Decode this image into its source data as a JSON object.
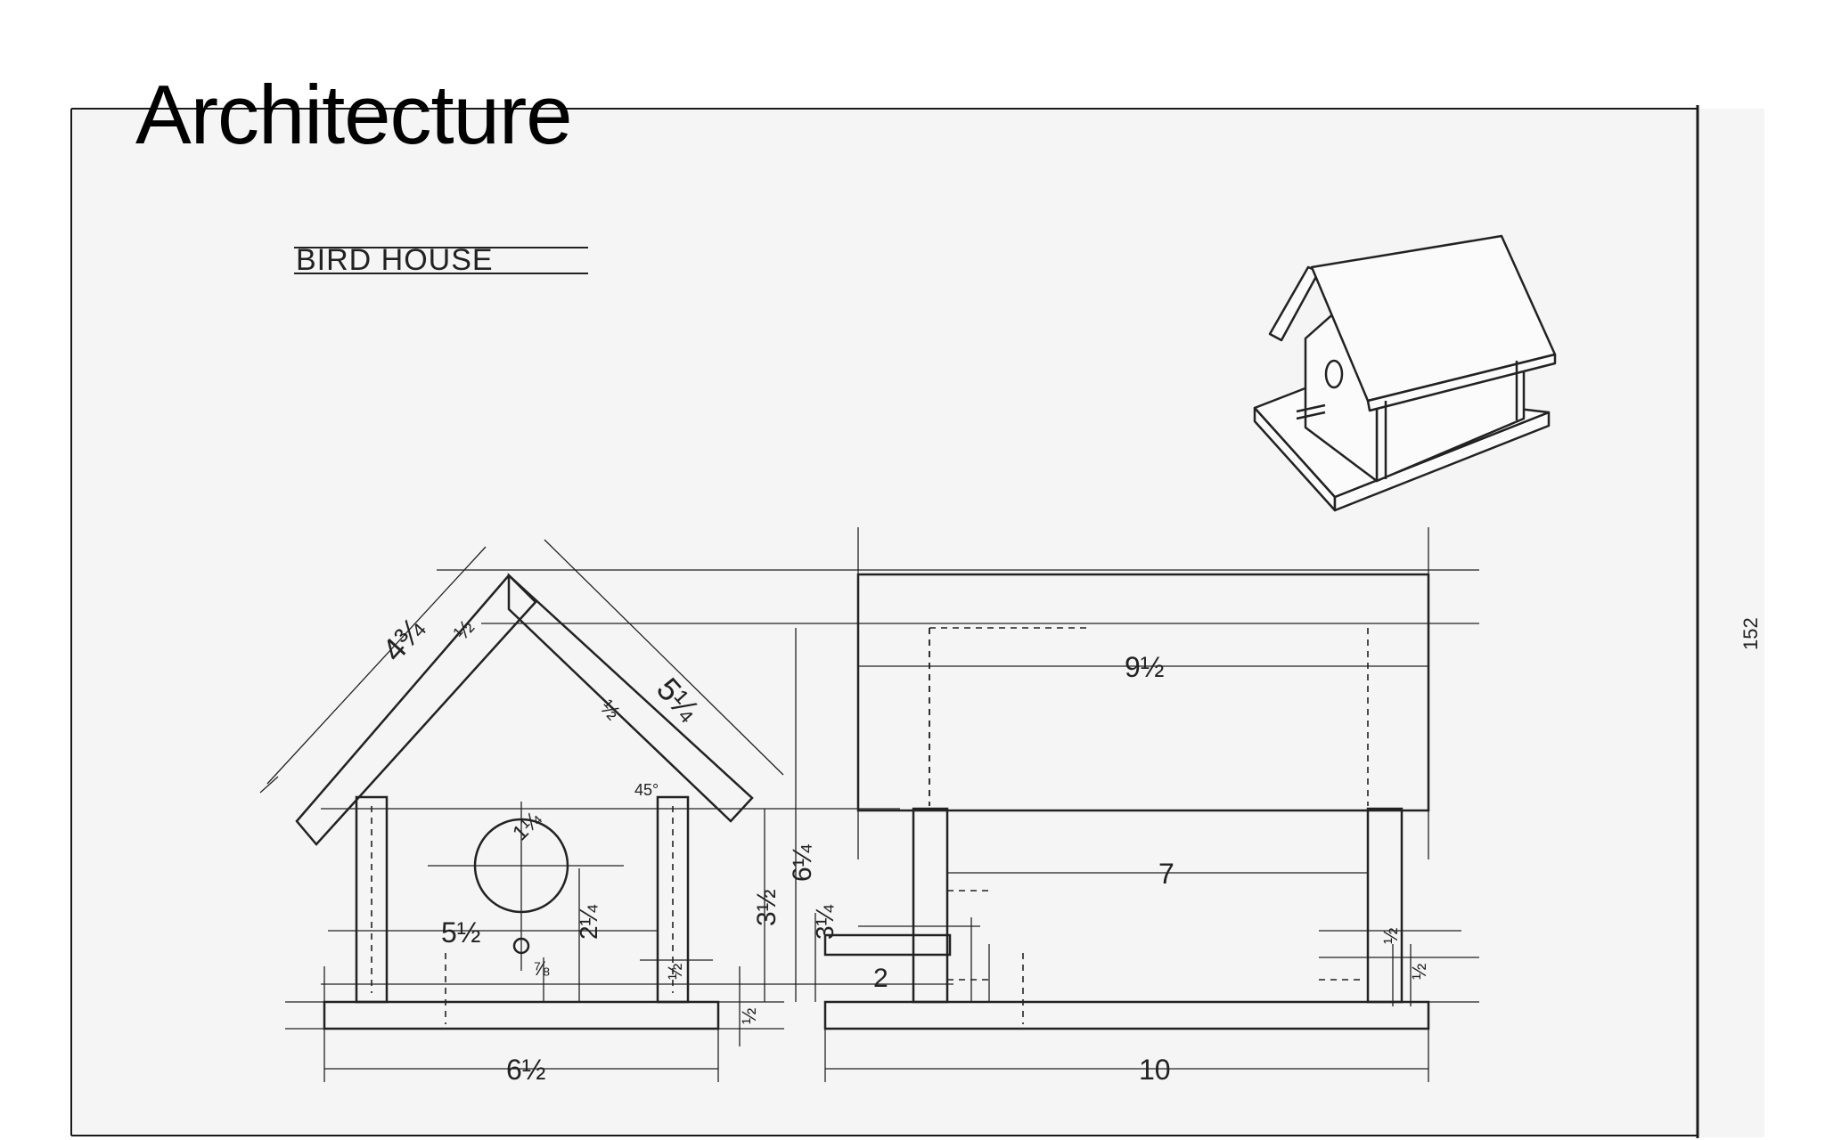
{
  "slide": {
    "title": "Architecture"
  },
  "drawing": {
    "heading": "BIRD HOUSE",
    "page_number": "152",
    "angle_label": "45°",
    "dimensions": {
      "roof_length": "4¾",
      "roof_thickness": "½",
      "roof_depth": "5¼",
      "front_width": "5½",
      "hole_diameter": "1¼",
      "hole_height": "2¼",
      "perch_height": "⅞",
      "post_width": "½",
      "base_width": "6½",
      "base_thickness": "½",
      "side_height_a": "3½",
      "side_height_b": "6¼",
      "perch_rise": "3¼",
      "perch_length": "2",
      "roof_span": "9½",
      "inner_length": "7",
      "post_thickness_a": "½",
      "post_thickness_b": "½",
      "base_length": "10"
    }
  },
  "colors": {
    "paper": "#f5f5f5",
    "ink": "#222222",
    "frame": "#1a1a1a"
  }
}
